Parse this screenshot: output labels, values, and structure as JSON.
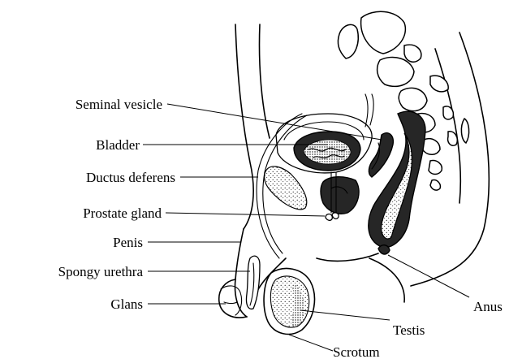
{
  "labels": {
    "seminal_vesicle": "Seminal vesicle",
    "bladder": "Bladder",
    "ductus_deferens": "Ductus deferens",
    "prostate_gland": "Prostate gland",
    "penis": "Penis",
    "spongy_urethra": "Spongy urethra",
    "glans": "Glans",
    "anus": "Anus",
    "testis": "Testis",
    "scrotum": "Scrotum"
  }
}
